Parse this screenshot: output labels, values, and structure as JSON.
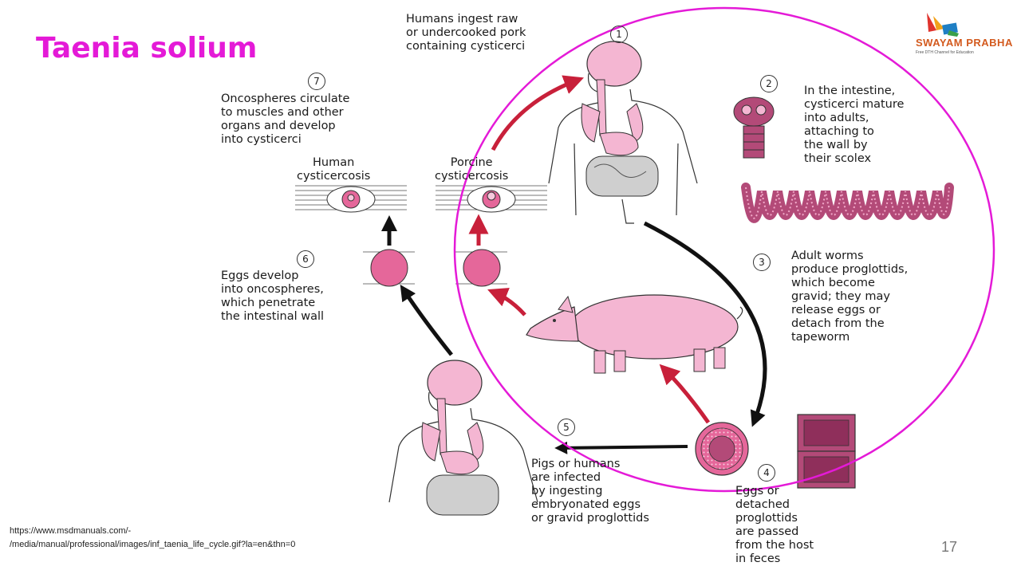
{
  "slide": {
    "title": "Taenia solium",
    "page_number": "17",
    "source_line1": "https://www.msdmanuals.com/-",
    "source_line2": "/media/manual/professional/images/inf_taenia_life_cycle.gif?la=en&thn=0"
  },
  "logo": {
    "text": "SWAYAM PRABHA",
    "tagline": "Free DTH Channel for Education"
  },
  "steps": {
    "s1": {
      "num": "1",
      "text": "Humans ingest raw\nor undercooked pork\ncontaining cysticerci"
    },
    "s2": {
      "num": "2",
      "text": "In the intestine,\ncysticerci mature\ninto adults,\nattaching to\nthe wall by\ntheir scolex"
    },
    "s3": {
      "num": "3",
      "text": "Adult worms\nproduce proglottids,\nwhich become\ngravid; they may\nrelease eggs or\ndetach from the\ntapeworm"
    },
    "s4": {
      "num": "4",
      "text": "Eggs or\ndetached\nproglottids\nare passed\nfrom the host\nin feces"
    },
    "s5": {
      "num": "5",
      "text": "Pigs or humans\nare infected\nby ingesting\nembryonated eggs\nor gravid proglottids"
    },
    "s6": {
      "num": "6",
      "text": "Eggs develop\ninto oncospheres,\nwhich penetrate\nthe intestinal wall"
    },
    "s7": {
      "num": "7",
      "text": "Oncospheres circulate\nto muscles and other\norgans and develop\ninto cysticerci"
    }
  },
  "labels": {
    "human_cysticercosis": "Human\ncysticercosis",
    "porcine_cysticercosis": "Porcine\ncysticercosis"
  },
  "colors": {
    "title": "#e41ad7",
    "highlight_circle": "#e41ad7",
    "organ_pink": "#f4b6d2",
    "cyst_pink": "#e5679a",
    "worm": "#b34a78",
    "red_arrow": "#c8203a",
    "black_arrow": "#111111"
  }
}
